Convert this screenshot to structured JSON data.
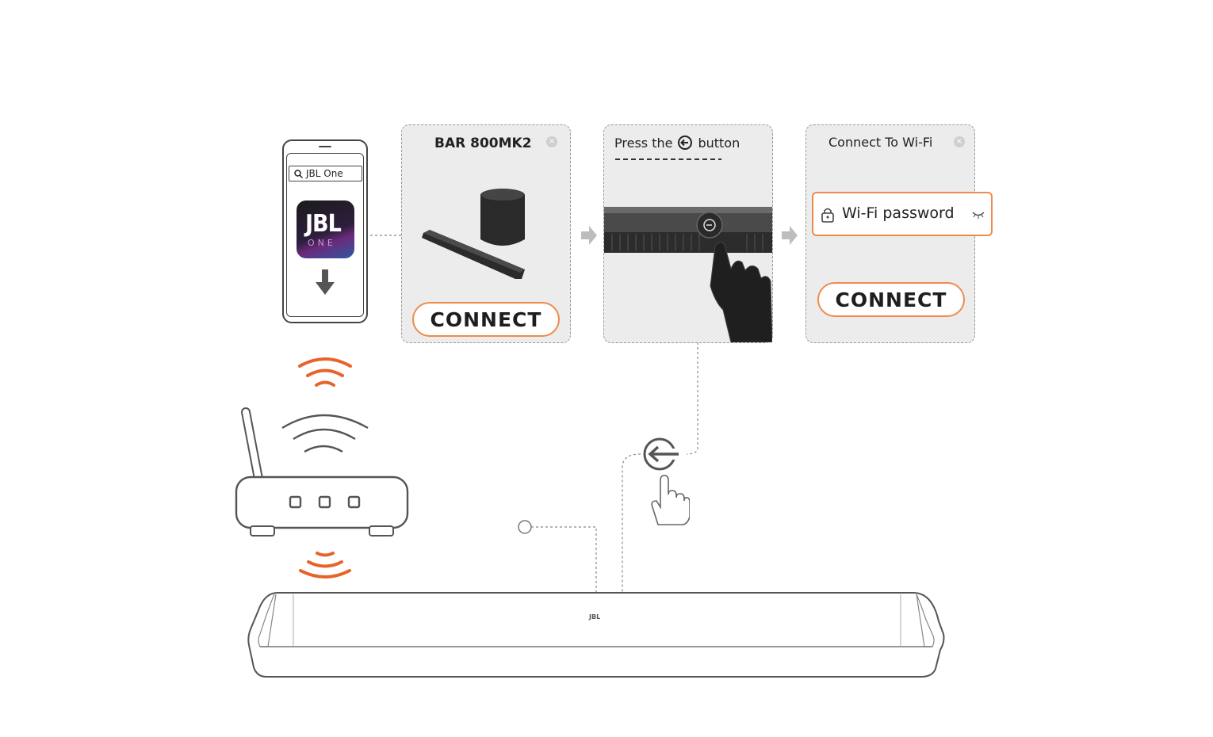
{
  "phone": {
    "search_text": "JBL One",
    "app_logo": "JBL",
    "app_sub": "ONE",
    "icons": [
      "search-icon",
      "download-arrow-icon"
    ]
  },
  "panel1": {
    "title": "BAR 800MK2",
    "button_label": "CONNECT"
  },
  "panel2": {
    "title_before": "Press the",
    "title_after": "button",
    "icon": "input-source-icon"
  },
  "panel3": {
    "title": "Connect To Wi-Fi",
    "field_label": "Wi-Fi password",
    "button_label": "CONNECT"
  },
  "soundbar": {
    "logo": "JBL"
  },
  "colors": {
    "accent": "#f08a4b",
    "wifi_waves": "#e8632a",
    "panel_bg": "#ececec",
    "outline": "#555555"
  }
}
